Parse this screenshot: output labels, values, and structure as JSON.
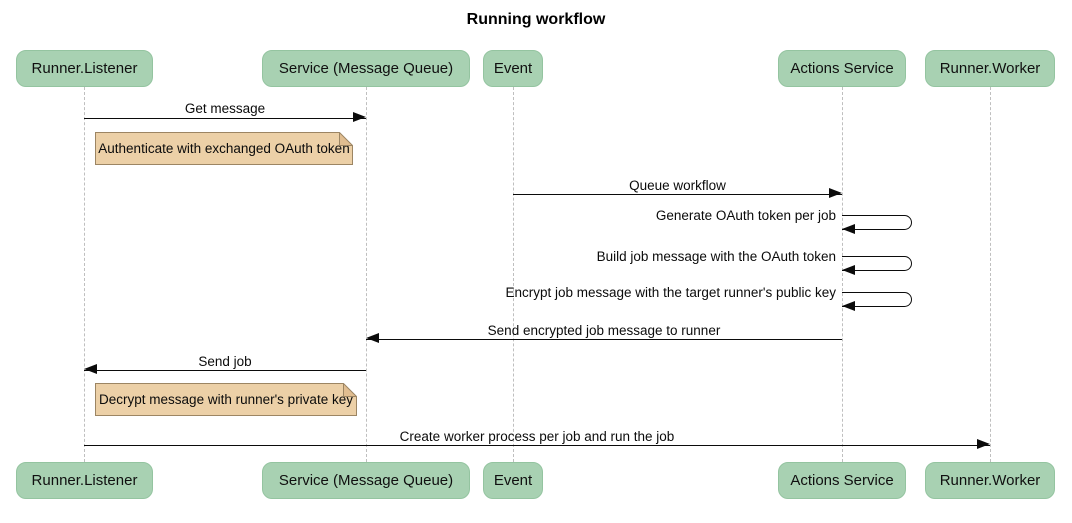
{
  "title": "Running workflow",
  "participants": [
    {
      "name": "Runner.Listener"
    },
    {
      "name": "Service (Message Queue)"
    },
    {
      "name": "Event"
    },
    {
      "name": "Actions Service"
    },
    {
      "name": "Runner.Worker"
    }
  ],
  "messages": [
    {
      "label": "Get message",
      "from": "Runner.Listener",
      "to": "Service (Message Queue)",
      "kind": "arrow-right"
    },
    {
      "label": "Queue workflow",
      "from": "Event",
      "to": "Actions Service",
      "kind": "arrow-right"
    },
    {
      "label": "Generate OAuth token per job",
      "from": "Actions Service",
      "to": "Actions Service",
      "kind": "self"
    },
    {
      "label": "Build job message with the OAuth token",
      "from": "Actions Service",
      "to": "Actions Service",
      "kind": "self"
    },
    {
      "label": "Encrypt job message with the target runner's public key",
      "from": "Actions Service",
      "to": "Actions Service",
      "kind": "self"
    },
    {
      "label": "Send encrypted job message to runner",
      "from": "Actions Service",
      "to": "Service (Message Queue)",
      "kind": "arrow-left"
    },
    {
      "label": "Send job",
      "from": "Service (Message Queue)",
      "to": "Runner.Listener",
      "kind": "arrow-left"
    },
    {
      "label": "Create worker process per job and run the job",
      "from": "Runner.Listener",
      "to": "Runner.Worker",
      "kind": "arrow-right"
    }
  ],
  "notes": [
    {
      "text": "Authenticate with exchanged OAuth token"
    },
    {
      "text": "Decrypt message with runner's private key"
    }
  ],
  "colors": {
    "participant_fill": "#a8d1b2",
    "participant_border": "#94c4a0",
    "note_fill": "#ecd0a7",
    "note_fold": "#e0bd90",
    "note_border": "#9c8563",
    "line": "#0b0b0b",
    "lifeline": "#bfbfbf",
    "background": "#ffffff"
  }
}
